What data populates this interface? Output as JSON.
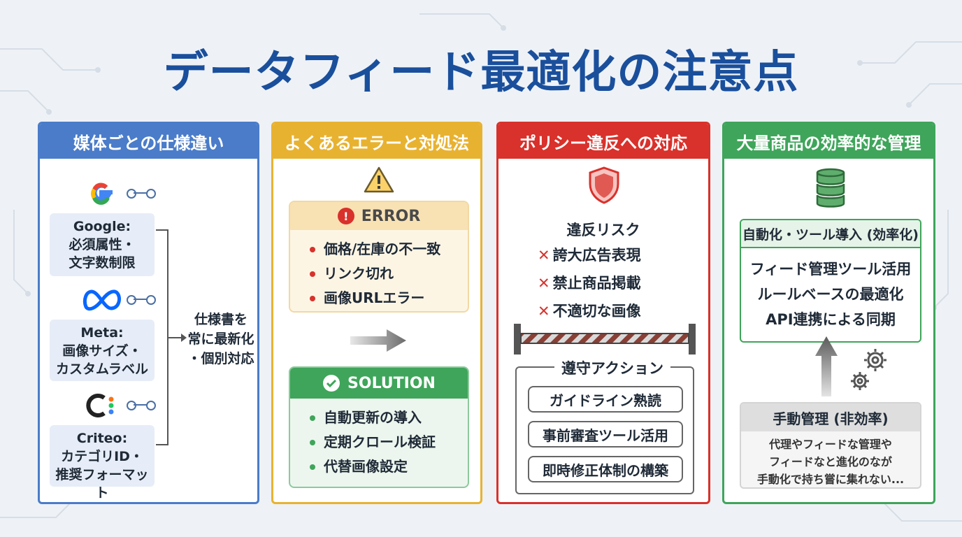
{
  "title": "データフィード最適化の注意点",
  "colors": {
    "blue": "#4a7cc9",
    "yellow": "#e8b231",
    "red": "#d9312b",
    "green": "#3ea55a",
    "title": "#1a4f9c"
  },
  "card1": {
    "heading": "媒体ごとの仕様違い",
    "platforms": [
      {
        "icon": "google-logo-icon",
        "lines": [
          "Google:",
          "必須属性・",
          "文字数制限"
        ]
      },
      {
        "icon": "meta-logo-icon",
        "lines": [
          "Meta:",
          "画像サイズ・",
          "カスタムラベル"
        ]
      },
      {
        "icon": "criteo-logo-icon",
        "lines": [
          "Criteo:",
          "カテゴリID・",
          "推奨フォーマット"
        ]
      }
    ],
    "note": [
      "仕様書を",
      "常に最新化",
      "・個別対応"
    ]
  },
  "card2": {
    "heading": "よくあるエラーと対処法",
    "error": {
      "label": "ERROR",
      "mark": "!",
      "items": [
        "価格/在庫の不一致",
        "リンク切れ",
        "画像URLエラー"
      ]
    },
    "solution": {
      "label": "SOLUTION",
      "items": [
        "自動更新の導入",
        "定期クロール検証",
        "代替画像設定"
      ]
    }
  },
  "card3": {
    "heading": "ポリシー違反への対応",
    "risk_title": "違反リスク",
    "risks": [
      "誇大広告表現",
      "禁止商品掲載",
      "不適切な画像"
    ],
    "action_title": "遵守アクション",
    "actions": [
      "ガイドライン熟読",
      "事前審査ツール活用",
      "即時修正体制の構築"
    ]
  },
  "card4": {
    "heading": "大量商品の効率的な管理",
    "auto": {
      "title": "自動化・ツール導入 (効率化)",
      "items": [
        "フィード管理ツール活用",
        "ルールベースの最適化",
        "API連携による同期"
      ]
    },
    "manual": {
      "title": "手動管理 (非効率)",
      "lines": [
        "代理やフィードな管理や",
        "フィードなと進化のなが",
        "手動化で持ち嘗に集れない..."
      ]
    }
  }
}
